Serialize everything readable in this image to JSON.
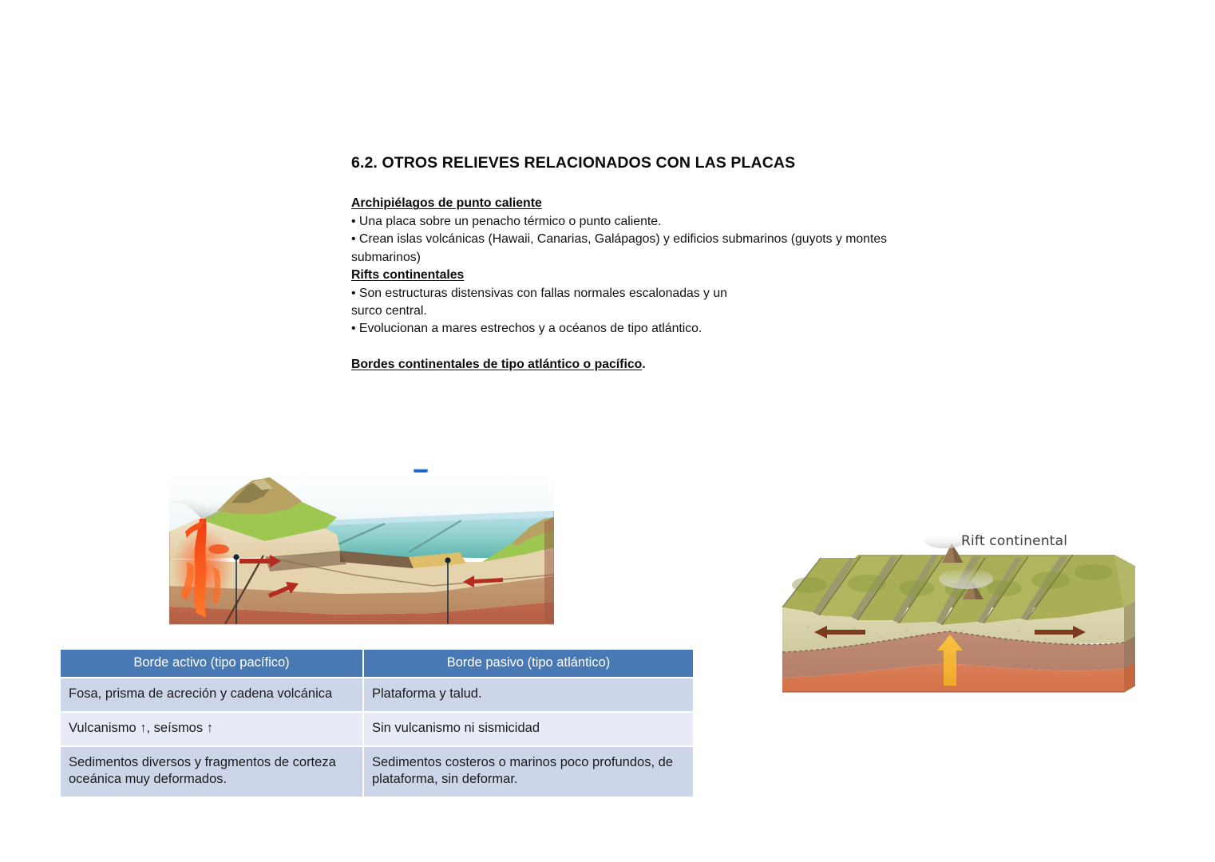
{
  "document": {
    "section_heading": "6.2. OTROS RELIEVES RELACIONADOS CON LAS PLACAS",
    "blocks": [
      {
        "type": "subheading",
        "text": "Archipiélagos de punto caliente"
      },
      {
        "type": "bullet",
        "text": "• Una placa sobre un penacho térmico o punto caliente."
      },
      {
        "type": "bullet",
        "text": "• Crean islas volcánicas (Hawaii, Canarias, Galápagos) y edificios submarinos (guyots y montes"
      },
      {
        "type": "bullet",
        "text": "submarinos)"
      },
      {
        "type": "subheading",
        "text": "Rifts continentales"
      },
      {
        "type": "bullet",
        "text": "• Son estructuras distensivas con fallas normales escalonadas y un"
      },
      {
        "type": "bullet",
        "text": "surco central."
      },
      {
        "type": "bullet",
        "text": "• Evolucionan a mares estrechos y a océanos de tipo atlántico."
      }
    ],
    "final_heading_underlined": "Bordes continentales de tipo atlántico o pacífico",
    "final_heading_period": "."
  },
  "figures": {
    "continental_margins": {
      "caption": "",
      "alt_name": "bloque-diagrama-margenes-continentales"
    },
    "rift": {
      "label": "Rift continental"
    }
  },
  "table": {
    "headers": [
      "Borde activo (tipo pacífico)",
      "Borde pasivo (tipo atlántico)"
    ],
    "rows": [
      {
        "active": "Fosa, prisma de acreción y cadena volcánica",
        "passive": "Plataforma y talud."
      },
      {
        "active": "Vulcanismo ↑, seísmos ↑",
        "passive": "Sin vulcanismo ni sismicidad"
      },
      {
        "active": "Sedimentos diversos y fragmentos de corteza oceánica muy deformados.",
        "passive": "Sedimentos costeros o marinos poco profundos, de plataforma, sin deformar."
      }
    ]
  },
  "colors": {
    "table_header_bg": "#4879b4",
    "table_row_shade_a": "#ccd6e8",
    "table_row_shade_b": "#e7ebf5",
    "text": "#111111",
    "rift_label": "#3b3b3b",
    "ocean": "#7fc6c2",
    "magma": "#f04a18",
    "arrow_red": "#b52b1d",
    "arrow_orange": "#f5a623",
    "blue_dot": "#1566d6"
  }
}
